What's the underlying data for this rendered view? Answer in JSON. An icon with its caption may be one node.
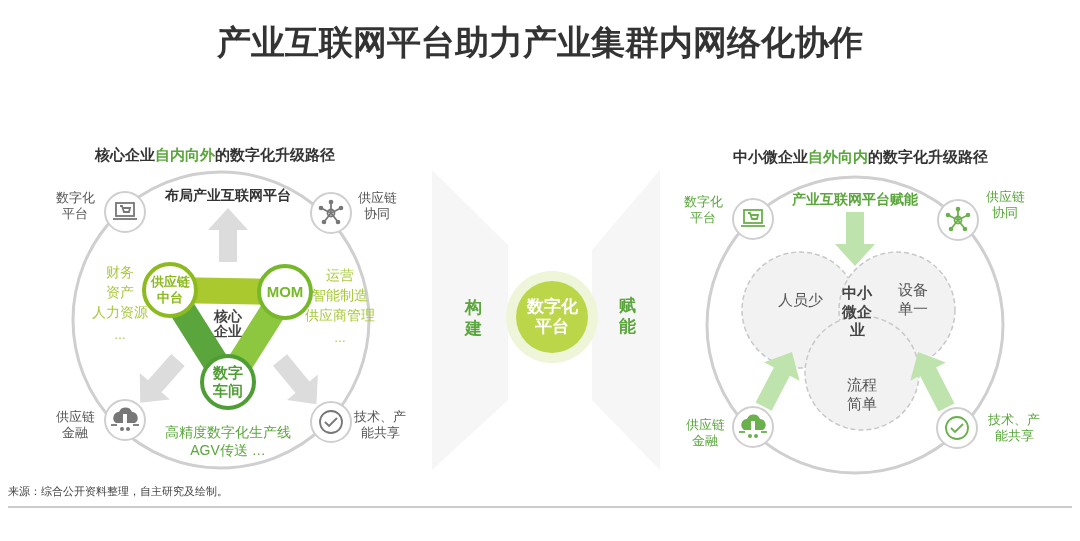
{
  "diagram": {
    "title": "产业互联网平台助力产业集群内网络化协作",
    "nodes": [
      {
        "text": [
          "数字化平台"
        ]
      },
      {
        "text": [
          "供应链中台"
        ]
      },
      {
        "text": [
          "MOM"
        ]
      },
      {
        "text": [
          "数字车间"
        ]
      },
      {
        "text": [
          "人员少"
        ]
      },
      {
        "text": [
          "设备单一"
        ]
      },
      {
        "text": [
          "流程简单"
        ]
      },
      {
        "text": [
          "布局产业互联网平台"
        ]
      },
      {
        "text": [
          "产业互联网平台赋能"
        ]
      },
      {
        "text": [],
        "shape": "circle",
        "beside": [
          "数字化平台"
        ]
      },
      {
        "text": [],
        "shape": "circle",
        "beside": [
          "供应链协同"
        ]
      },
      {
        "text": [],
        "shape": "circle",
        "beside": [
          "供应链金融"
        ]
      },
      {
        "text": [],
        "shape": "circle",
        "beside": [
          "技术、产能共享"
        ]
      },
      {
        "text": [],
        "shape": "circle",
        "beside": [
          "数字化平台"
        ]
      },
      {
        "text": [],
        "shape": "circle",
        "beside": [
          "供应链协同"
        ]
      },
      {
        "text": [],
        "shape": "circle",
        "beside": [
          "供应链金融"
        ]
      },
      {
        "text": [],
        "shape": "circle",
        "beside": [
          "技术、产能共享"
        ]
      }
    ],
    "edges": [
      {
        "from": null,
        "to": 7,
        "arrow": "to"
      },
      {
        "from": null,
        "to": 11,
        "arrow": "to"
      },
      {
        "from": null,
        "to": 12,
        "arrow": "to"
      },
      {
        "from": 8,
        "to": null,
        "arrow": "to"
      },
      {
        "from": 15,
        "to": null,
        "arrow": "to"
      },
      {
        "from": 16,
        "to": null,
        "arrow": "to"
      }
    ],
    "labels": [
      "核心企业",
      "自内向外",
      "的数字化升级路径",
      "中小微企业",
      "自外向内",
      "的数字化升级路径",
      "财务",
      "资产",
      "人力资源",
      "…",
      "运营",
      "智能制造",
      "供应商管理",
      "…",
      "核心企业",
      "高精度数字化生产线",
      "AGV传送 …",
      "构建",
      "赋能",
      "中小微企业",
      "来源：综合公开资料整理，自主研究及绘制。"
    ]
  }
}
